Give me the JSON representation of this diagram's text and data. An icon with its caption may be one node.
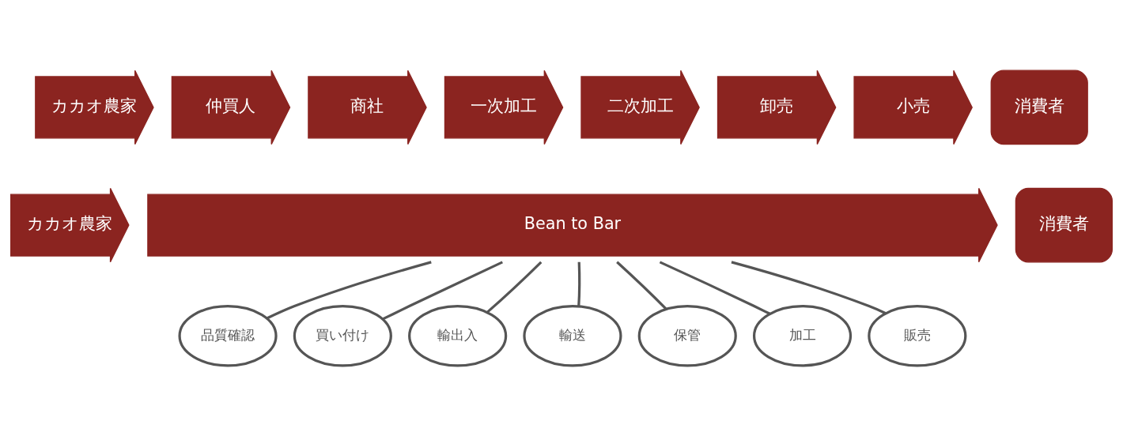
{
  "diagram": {
    "nodes": [
      {
        "text": [
          "カカオ農家"
        ]
      },
      {
        "text": [
          "仲買人"
        ]
      },
      {
        "text": [
          "商社"
        ]
      },
      {
        "text": [
          "一次加工"
        ]
      },
      {
        "text": [
          "二次加工"
        ]
      },
      {
        "text": [
          "卸売"
        ]
      },
      {
        "text": [
          "小売"
        ]
      },
      {
        "text": [
          "消費者"
        ]
      },
      {
        "text": [
          "カカオ農家"
        ]
      },
      {
        "text": [
          "Bean to Bar"
        ]
      },
      {
        "text": [
          "消費者"
        ]
      },
      {
        "text": [
          "品質確認"
        ]
      },
      {
        "text": [
          "買い付け"
        ]
      },
      {
        "text": [
          "輸出入"
        ]
      },
      {
        "text": [
          "輸送"
        ]
      },
      {
        "text": [
          "保管"
        ]
      },
      {
        "text": [
          "加工"
        ]
      },
      {
        "text": [
          "販売"
        ]
      }
    ],
    "edges": [
      {
        "from": 11,
        "to": 9,
        "arrow": "none"
      },
      {
        "from": 12,
        "to": 9,
        "arrow": "none"
      },
      {
        "from": 13,
        "to": 9,
        "arrow": "none"
      },
      {
        "from": 14,
        "to": 9,
        "arrow": "none"
      },
      {
        "from": 15,
        "to": 9,
        "arrow": "none"
      },
      {
        "from": 16,
        "to": 9,
        "arrow": "none"
      },
      {
        "from": 17,
        "to": 9,
        "arrow": "none"
      }
    ]
  }
}
